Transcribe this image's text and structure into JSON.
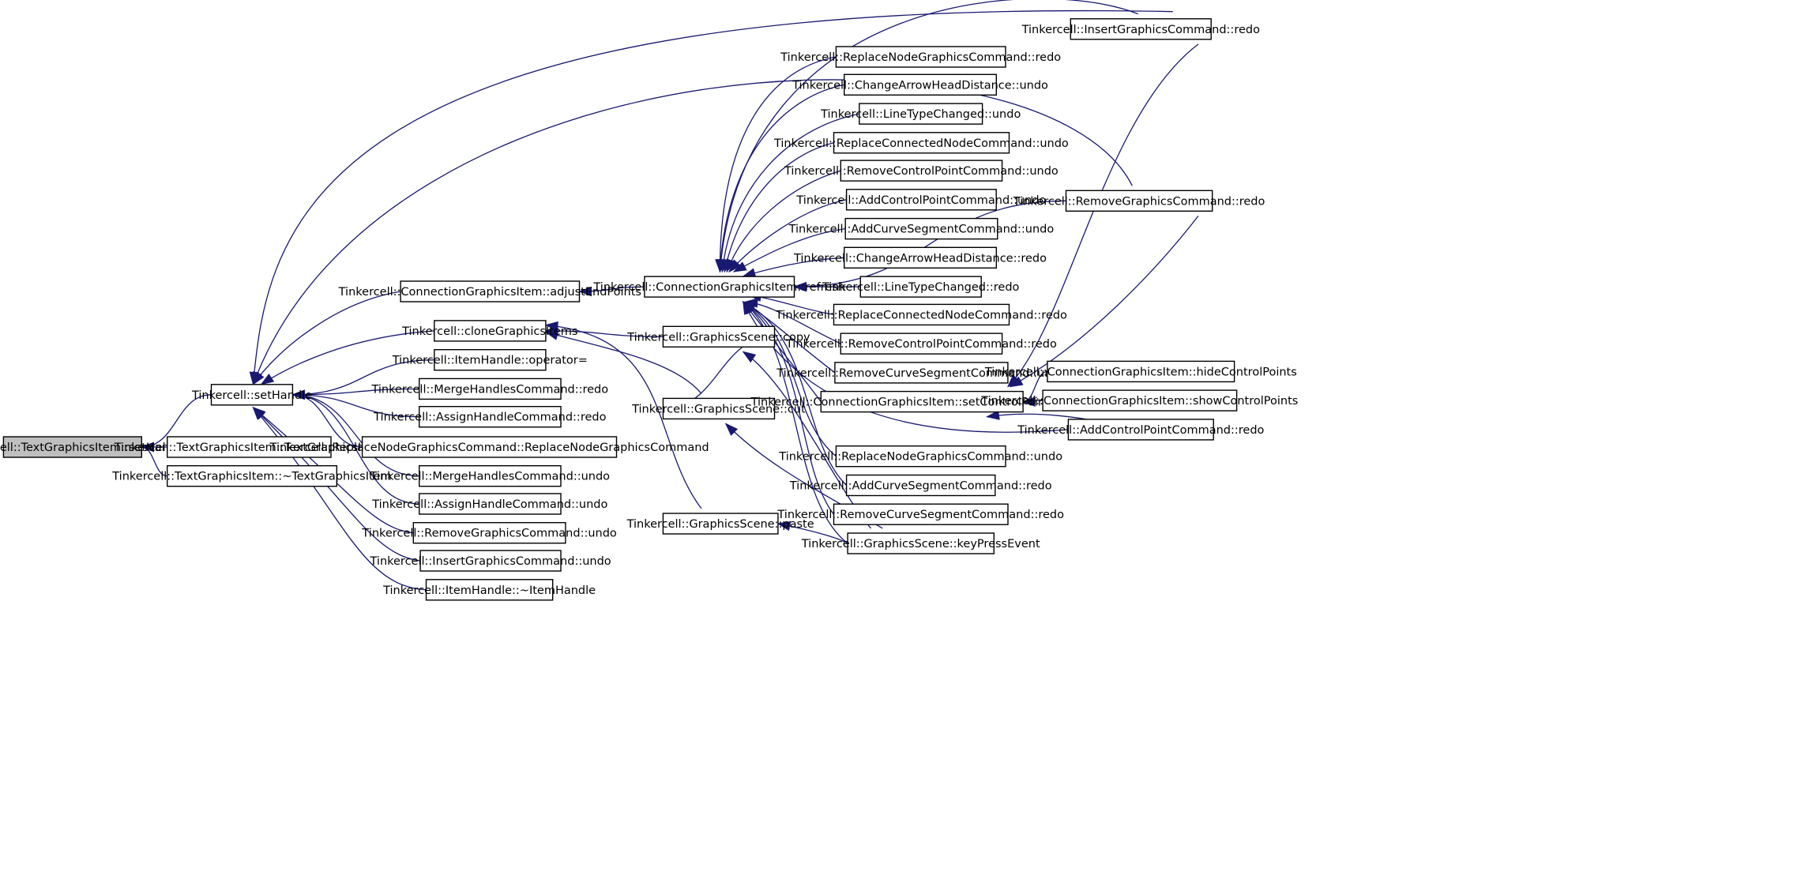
{
  "diagram": {
    "title": "",
    "colors": {
      "edge": "#191970",
      "node_border": "#000000",
      "root_fill": "#bfbfbf",
      "node_fill": "#ffffff"
    },
    "nodes": [
      {
        "id": "n0",
        "label": "Tinkercell::TextGraphicsItem::setHandle"
      },
      {
        "id": "n1",
        "label": "Tinkercell::setHandle"
      },
      {
        "id": "n2",
        "label": "Tinkercell::TextGraphicsItem::TextGraphicsItem"
      },
      {
        "id": "n3",
        "label": "Tinkercell::TextGraphicsItem::~TextGraphicsItem"
      },
      {
        "id": "n4",
        "label": "Tinkercell::ConnectionGraphicsItem::adjustEndPoints"
      },
      {
        "id": "n5",
        "label": "Tinkercell::cloneGraphicsItems"
      },
      {
        "id": "n6",
        "label": "Tinkercell::ItemHandle::operator="
      },
      {
        "id": "n7",
        "label": "Tinkercell::MergeHandlesCommand::redo"
      },
      {
        "id": "n8",
        "label": "Tinkercell::AssignHandleCommand::redo"
      },
      {
        "id": "n9",
        "label": "Tinkercell::ReplaceNodeGraphicsCommand::ReplaceNodeGraphicsCommand"
      },
      {
        "id": "n10",
        "label": "Tinkercell::MergeHandlesCommand::undo"
      },
      {
        "id": "n11",
        "label": "Tinkercell::AssignHandleCommand::undo"
      },
      {
        "id": "n12",
        "label": "Tinkercell::RemoveGraphicsCommand::undo"
      },
      {
        "id": "n13",
        "label": "Tinkercell::InsertGraphicsCommand::undo"
      },
      {
        "id": "n14",
        "label": "Tinkercell::ItemHandle::~ItemHandle"
      },
      {
        "id": "n15",
        "label": "Tinkercell::ConnectionGraphicsItem::refresh"
      },
      {
        "id": "n16",
        "label": "Tinkercell::GraphicsScene::copy"
      },
      {
        "id": "n17",
        "label": "Tinkercell::GraphicsScene::cut"
      },
      {
        "id": "n18",
        "label": "Tinkercell::GraphicsScene::paste"
      },
      {
        "id": "n19",
        "label": "Tinkercell::InsertGraphicsCommand::redo"
      },
      {
        "id": "n20",
        "label": "Tinkercell::ReplaceNodeGraphicsCommand::redo"
      },
      {
        "id": "n21",
        "label": "Tinkercell::ChangeArrowHeadDistance::undo"
      },
      {
        "id": "n22",
        "label": "Tinkercell::LineTypeChanged::undo"
      },
      {
        "id": "n23",
        "label": "Tinkercell::ReplaceConnectedNodeCommand::undo"
      },
      {
        "id": "n24",
        "label": "Tinkercell::RemoveControlPointCommand::undo"
      },
      {
        "id": "n25",
        "label": "Tinkercell::AddControlPointCommand::undo"
      },
      {
        "id": "n26",
        "label": "Tinkercell::AddCurveSegmentCommand::undo"
      },
      {
        "id": "n27",
        "label": "Tinkercell::ChangeArrowHeadDistance::redo"
      },
      {
        "id": "n28",
        "label": "Tinkercell::LineTypeChanged::redo"
      },
      {
        "id": "n29",
        "label": "Tinkercell::ReplaceConnectedNodeCommand::redo"
      },
      {
        "id": "n30",
        "label": "Tinkercell::RemoveControlPointCommand::redo"
      },
      {
        "id": "n31",
        "label": "Tinkercell::RemoveCurveSegmentCommand::undo"
      },
      {
        "id": "n32",
        "label": "Tinkercell::ConnectionGraphicsItem::setControlPointsVisible"
      },
      {
        "id": "n33",
        "label": "Tinkercell::ReplaceNodeGraphicsCommand::undo"
      },
      {
        "id": "n34",
        "label": "Tinkercell::AddCurveSegmentCommand::redo"
      },
      {
        "id": "n35",
        "label": "Tinkercell::RemoveCurveSegmentCommand::redo"
      },
      {
        "id": "n36",
        "label": "Tinkercell::GraphicsScene::keyPressEvent"
      },
      {
        "id": "n37",
        "label": "Tinkercell::RemoveGraphicsCommand::redo"
      },
      {
        "id": "n38",
        "label": "Tinkercell::ConnectionGraphicsItem::hideControlPoints"
      },
      {
        "id": "n39",
        "label": "Tinkercell::ConnectionGraphicsItem::showControlPoints"
      },
      {
        "id": "n40",
        "label": "Tinkercell::AddControlPointCommand::redo"
      }
    ],
    "edges": [
      {
        "from": "n1",
        "to": "n0"
      },
      {
        "from": "n2",
        "to": "n0"
      },
      {
        "from": "n3",
        "to": "n0"
      },
      {
        "from": "n4",
        "to": "n1"
      },
      {
        "from": "n5",
        "to": "n1"
      },
      {
        "from": "n6",
        "to": "n1"
      },
      {
        "from": "n7",
        "to": "n1"
      },
      {
        "from": "n8",
        "to": "n1"
      },
      {
        "from": "n9",
        "to": "n1"
      },
      {
        "from": "n10",
        "to": "n1"
      },
      {
        "from": "n11",
        "to": "n1"
      },
      {
        "from": "n12",
        "to": "n1"
      },
      {
        "from": "n13",
        "to": "n1"
      },
      {
        "from": "n14",
        "to": "n1"
      },
      {
        "from": "n19",
        "to": "n1"
      },
      {
        "from": "n37",
        "to": "n1"
      },
      {
        "from": "n15",
        "to": "n4"
      },
      {
        "from": "n16",
        "to": "n5"
      },
      {
        "from": "n17",
        "to": "n5"
      },
      {
        "from": "n18",
        "to": "n5"
      },
      {
        "from": "n17",
        "to": "n16"
      },
      {
        "from": "n36",
        "to": "n16"
      },
      {
        "from": "n36",
        "to": "n17"
      },
      {
        "from": "n36",
        "to": "n18"
      },
      {
        "from": "n19",
        "to": "n15"
      },
      {
        "from": "n20",
        "to": "n15"
      },
      {
        "from": "n21",
        "to": "n15"
      },
      {
        "from": "n22",
        "to": "n15"
      },
      {
        "from": "n23",
        "to": "n15"
      },
      {
        "from": "n24",
        "to": "n15"
      },
      {
        "from": "n25",
        "to": "n15"
      },
      {
        "from": "n26",
        "to": "n15"
      },
      {
        "from": "n27",
        "to": "n15"
      },
      {
        "from": "n28",
        "to": "n15"
      },
      {
        "from": "n29",
        "to": "n15"
      },
      {
        "from": "n30",
        "to": "n15"
      },
      {
        "from": "n31",
        "to": "n15"
      },
      {
        "from": "n32",
        "to": "n15"
      },
      {
        "from": "n33",
        "to": "n15"
      },
      {
        "from": "n34",
        "to": "n15"
      },
      {
        "from": "n35",
        "to": "n15"
      },
      {
        "from": "n36",
        "to": "n15"
      },
      {
        "from": "n37",
        "to": "n15"
      },
      {
        "from": "n40",
        "to": "n15"
      },
      {
        "from": "n19",
        "to": "n32"
      },
      {
        "from": "n37",
        "to": "n32"
      },
      {
        "from": "n38",
        "to": "n32"
      },
      {
        "from": "n39",
        "to": "n32"
      },
      {
        "from": "n40",
        "to": "n32"
      }
    ]
  }
}
